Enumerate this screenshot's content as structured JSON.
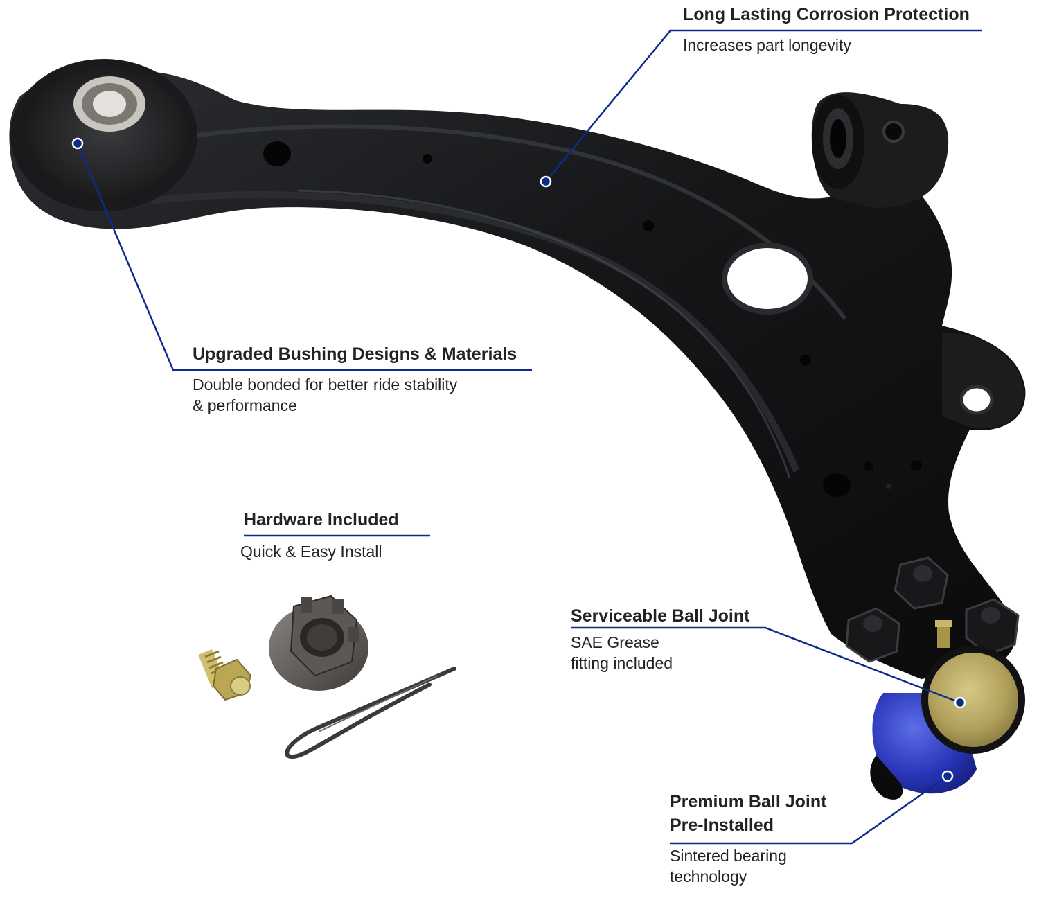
{
  "colors": {
    "callout_line": "#0c2b8a",
    "arm": "#161719",
    "bushing": "#2a2a2c",
    "ball_joint_boot": "#2430b8",
    "brass": "#b8a45a"
  },
  "callouts": {
    "corrosion": {
      "title": "Long Lasting Corrosion Protection",
      "desc": "Increases part longevity"
    },
    "bushing": {
      "title": "Upgraded Bushing Designs & Materials",
      "desc_line1": "Double bonded for better ride stability",
      "desc_line2": "& performance"
    },
    "hardware": {
      "title": "Hardware Included",
      "desc": "Quick & Easy Install"
    },
    "serviceable": {
      "title": "Serviceable Ball Joint",
      "desc_line1": "SAE Grease",
      "desc_line2": "fitting included"
    },
    "premium": {
      "title_line1": "Premium Ball Joint",
      "title_line2": "Pre-Installed",
      "desc_line1": "Sintered bearing",
      "desc_line2": "technology"
    }
  },
  "icons": [
    "control-arm-illustration",
    "grease-fitting-icon",
    "castle-nut-icon",
    "cotter-pin-icon"
  ]
}
